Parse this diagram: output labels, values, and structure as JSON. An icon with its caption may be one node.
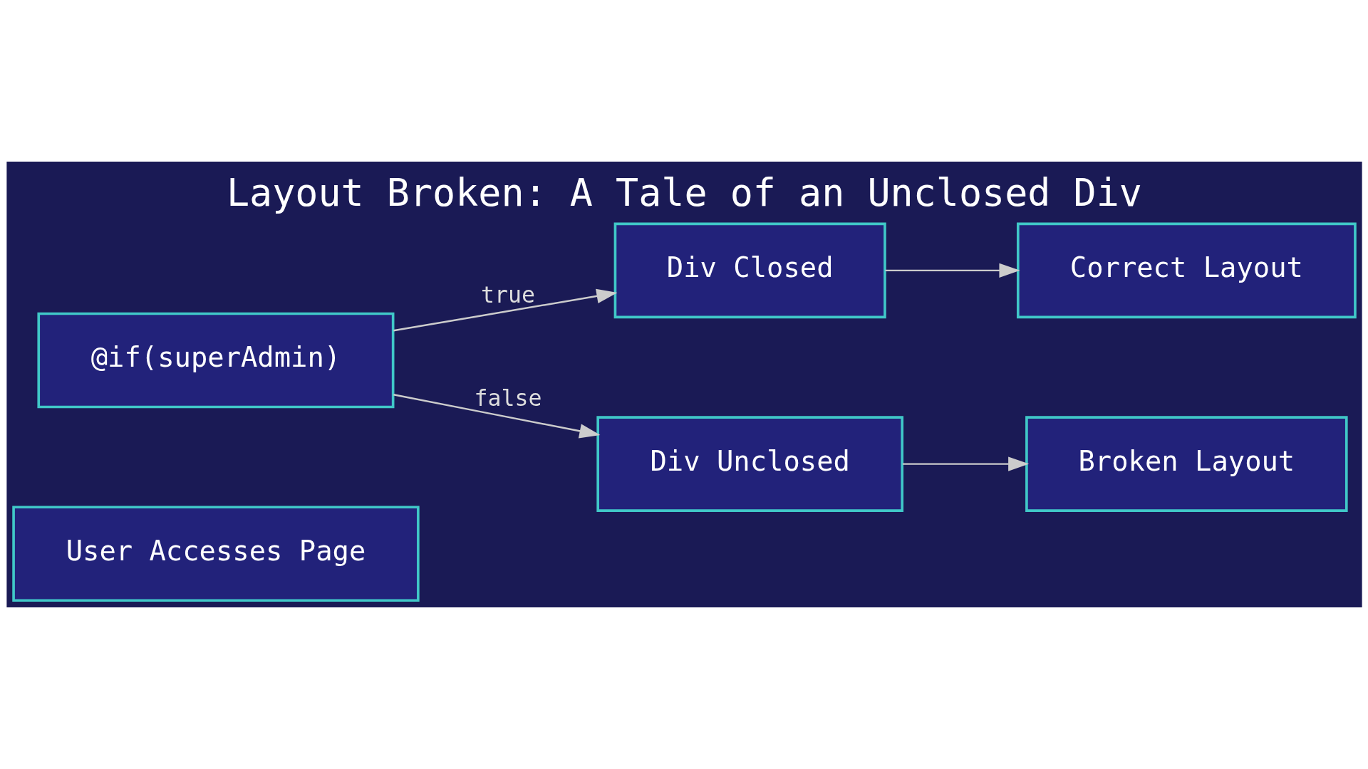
{
  "diagram": {
    "title": "Layout Broken: A Tale of an Unclosed Div",
    "nodes": [
      {
        "text": [
          "User Accesses Page"
        ]
      },
      {
        "text": [
          "@if(superAdmin)"
        ]
      },
      {
        "text": [
          "Div Closed"
        ]
      },
      {
        "text": [
          "Correct Layout"
        ]
      },
      {
        "text": [
          "Div Unclosed"
        ]
      },
      {
        "text": [
          "Broken Layout"
        ]
      }
    ],
    "edges": [
      {
        "from": 1,
        "to": 2,
        "arrow": "to",
        "label": "true"
      },
      {
        "from": 1,
        "to": 4,
        "arrow": "to",
        "label": "false"
      },
      {
        "from": 2,
        "to": 3,
        "arrow": "to"
      },
      {
        "from": 4,
        "to": 5,
        "arrow": "to"
      }
    ]
  }
}
